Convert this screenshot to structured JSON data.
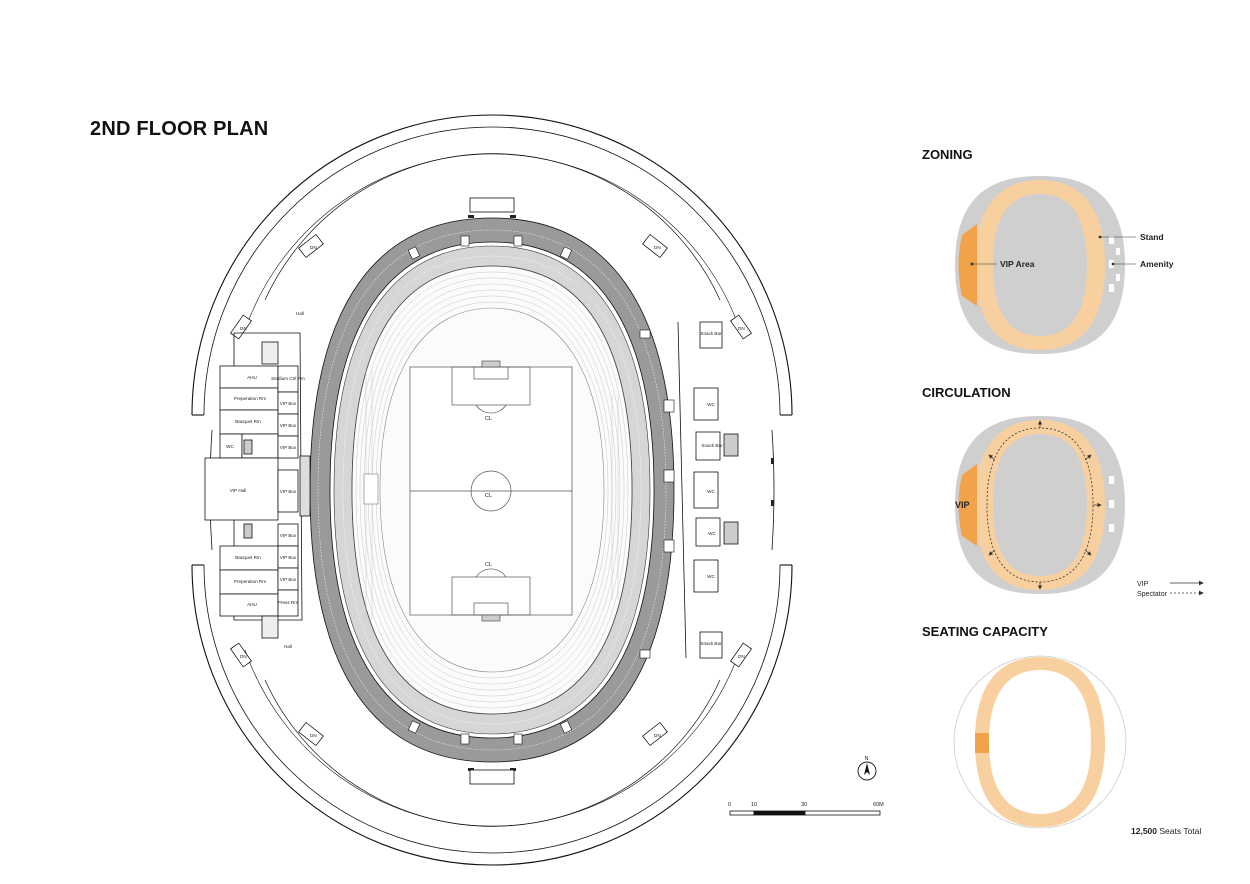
{
  "title": "2ND FLOOR PLAN",
  "plan": {
    "center_label": "CL",
    "rooms_left": [
      {
        "key": "hall_top",
        "label": "Hall"
      },
      {
        "key": "ahu_top",
        "label": "AHU"
      },
      {
        "key": "stadium_ctrl",
        "label": "Stadium Ctrl Rm"
      },
      {
        "key": "prep_top",
        "label": "Preperation Rm"
      },
      {
        "key": "vip_box_1",
        "label": "VIP Box"
      },
      {
        "key": "banquet_top",
        "label": "Banquet Rm"
      },
      {
        "key": "vip_box_2",
        "label": "VIP Box"
      },
      {
        "key": "wc_left",
        "label": "WC"
      },
      {
        "key": "vip_box_3",
        "label": "VIP Box"
      },
      {
        "key": "vip_hall",
        "label": "VIP Hall"
      },
      {
        "key": "vip_box_4",
        "label": "VIP Box"
      },
      {
        "key": "vip_box_5",
        "label": "VIP Box"
      },
      {
        "key": "banquet_bottom",
        "label": "Banquet Rm"
      },
      {
        "key": "vip_box_6",
        "label": "VIP Box"
      },
      {
        "key": "prep_bottom",
        "label": "Preperation Rm"
      },
      {
        "key": "vip_box_7",
        "label": "VIP Box"
      },
      {
        "key": "ahu_bottom",
        "label": "AHU"
      },
      {
        "key": "press",
        "label": "Press Rm"
      },
      {
        "key": "hall_bottom",
        "label": "Hall"
      }
    ],
    "rooms_right": [
      {
        "key": "snack_1",
        "label": "Snack Bar"
      },
      {
        "key": "wc_r1",
        "label": "WC"
      },
      {
        "key": "snack_2",
        "label": "Snack Bar"
      },
      {
        "key": "wc_r2",
        "label": "WC"
      },
      {
        "key": "wc_r3",
        "label": "WC"
      },
      {
        "key": "wc_r4",
        "label": "WC"
      },
      {
        "key": "snack_3",
        "label": "Snack Bar"
      }
    ],
    "stair_label": "DN"
  },
  "scale_bar": {
    "ticks": [
      "0",
      "10",
      "30",
      "60M"
    ],
    "north": "N"
  },
  "zoning": {
    "title": "ZONING",
    "labels": {
      "vip": "VIP Area",
      "stand": "Stand",
      "amenity": "Amenity"
    },
    "colors": {
      "vip": "#F2A34A",
      "stand": "#F8CF9F",
      "amenity": "#CFCFCF"
    }
  },
  "circulation": {
    "title": "CIRCULATION",
    "vip_label": "VIP",
    "legend": {
      "vip": "VIP",
      "spectator": "Spectator"
    }
  },
  "seating": {
    "title": "SEATING CAPACITY",
    "total_number": "12,500",
    "total_suffix": "Seats Total"
  }
}
